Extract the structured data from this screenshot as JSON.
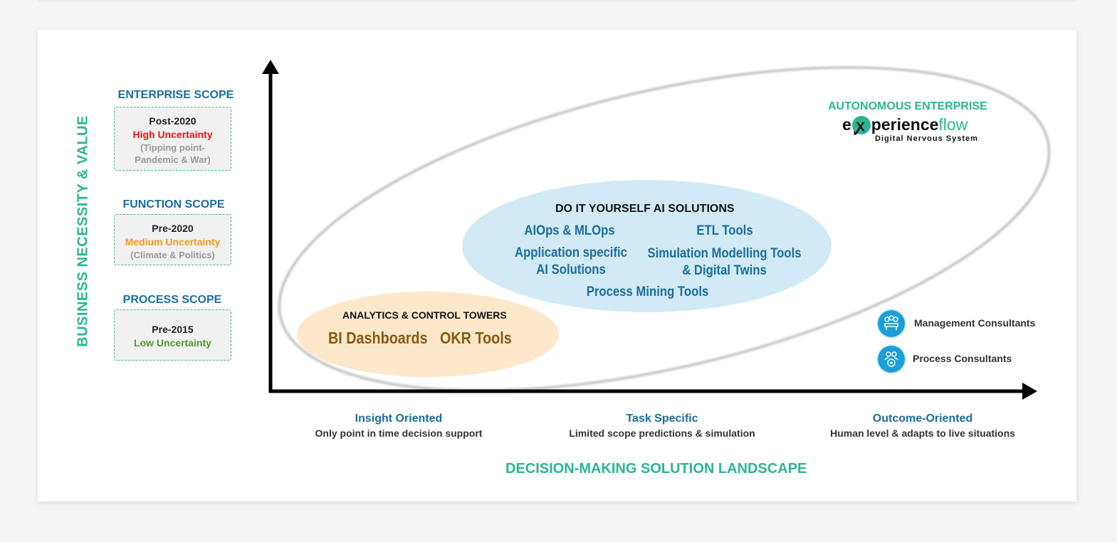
{
  "y_axis_label": "BUSINESS NECESSITY & VALUE",
  "x_axis_label": "DECISION-MAKING SOLUTION LANDSCAPE",
  "scopes": [
    {
      "title": "ENTERPRISE SCOPE",
      "period": "Post-2020",
      "uncertainty": "High Uncertainty",
      "uncertainty_color": "#e8151b",
      "note1": "(Tipping point-",
      "note2": "Pandemic & War)"
    },
    {
      "title": "FUNCTION SCOPE",
      "period": "Pre-2020",
      "uncertainty": "Medium Uncertainty",
      "uncertainty_color": "#f29a1a",
      "note1": "(Climate & Politics)"
    },
    {
      "title": "PROCESS SCOPE",
      "period": "Pre-2015",
      "uncertainty": "Low Uncertainty",
      "uncertainty_color": "#4e9a2c"
    }
  ],
  "autonomous": {
    "title": "AUTONOMOUS ENTERPRISE",
    "logo_prefix": "e",
    "logo_main": "perience",
    "logo_suffix": "flow",
    "logo_tagline": "Digital Nervous System"
  },
  "diy": {
    "title": "DO IT YOURSELF AI SOLUTIONS",
    "items": [
      "AIOps & MLOps",
      "ETL Tools",
      "Application specific",
      "AI Solutions",
      "Simulation Modelling Tools",
      "& Digital Twins",
      "Process Mining Tools"
    ]
  },
  "analytics": {
    "title": "ANALYTICS & CONTROL TOWERS",
    "items": [
      "BI Dashboards",
      "OKR Tools"
    ]
  },
  "x_categories": [
    {
      "title": "Insight Oriented",
      "subtitle": "Only point in time decision support"
    },
    {
      "title": "Task Specific",
      "subtitle": "Limited scope predictions & simulation"
    },
    {
      "title": "Outcome-Oriented",
      "subtitle": "Human level & adapts to live situations"
    }
  ],
  "legend": [
    {
      "label": "Management Consultants",
      "icon": "team-meeting-icon"
    },
    {
      "label": "Process Consultants",
      "icon": "gears-people-icon"
    }
  ],
  "colors": {
    "blue": "#1b6d9c",
    "teal": "#2bb594",
    "diy_fill": "#d2eaf6",
    "analytics_fill": "#fde8cc",
    "icon_blue": "#1a9fd9"
  }
}
